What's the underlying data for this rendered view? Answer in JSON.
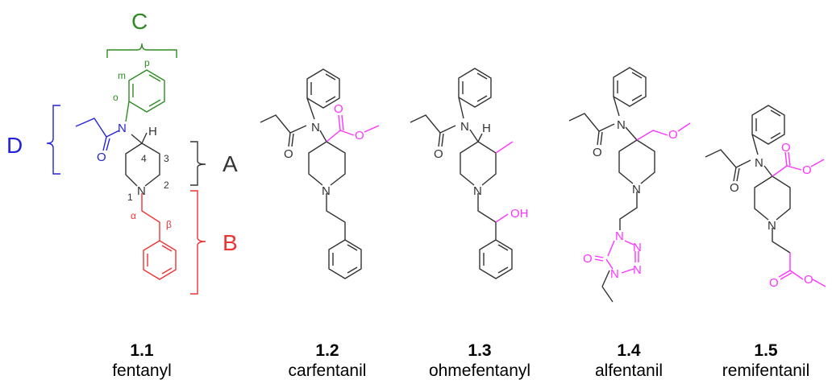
{
  "colors": {
    "black": "#333333",
    "magenta": "#ff33ff",
    "blue": "#2222dd",
    "red": "#ee3333",
    "green": "#2e8b22"
  },
  "region_labels": {
    "a": "A",
    "b": "B",
    "c": "C",
    "d": "D"
  },
  "fentanyl_positions": {
    "m": "m",
    "p": "p",
    "o": "o",
    "c1": "1",
    "c2": "2",
    "c3": "3",
    "c4": "4",
    "alpha": "α",
    "beta": "β"
  },
  "atoms": {
    "N": "N",
    "O": "O",
    "H": "H",
    "OH": "OH"
  },
  "compounds": [
    {
      "number": "1.1",
      "name": "fentanyl"
    },
    {
      "number": "1.2",
      "name": "carfentanil"
    },
    {
      "number": "1.3",
      "name": "ohmefentanyl"
    },
    {
      "number": "1.4",
      "name": "alfentanil"
    },
    {
      "number": "1.5",
      "name": "remifentanil"
    }
  ]
}
